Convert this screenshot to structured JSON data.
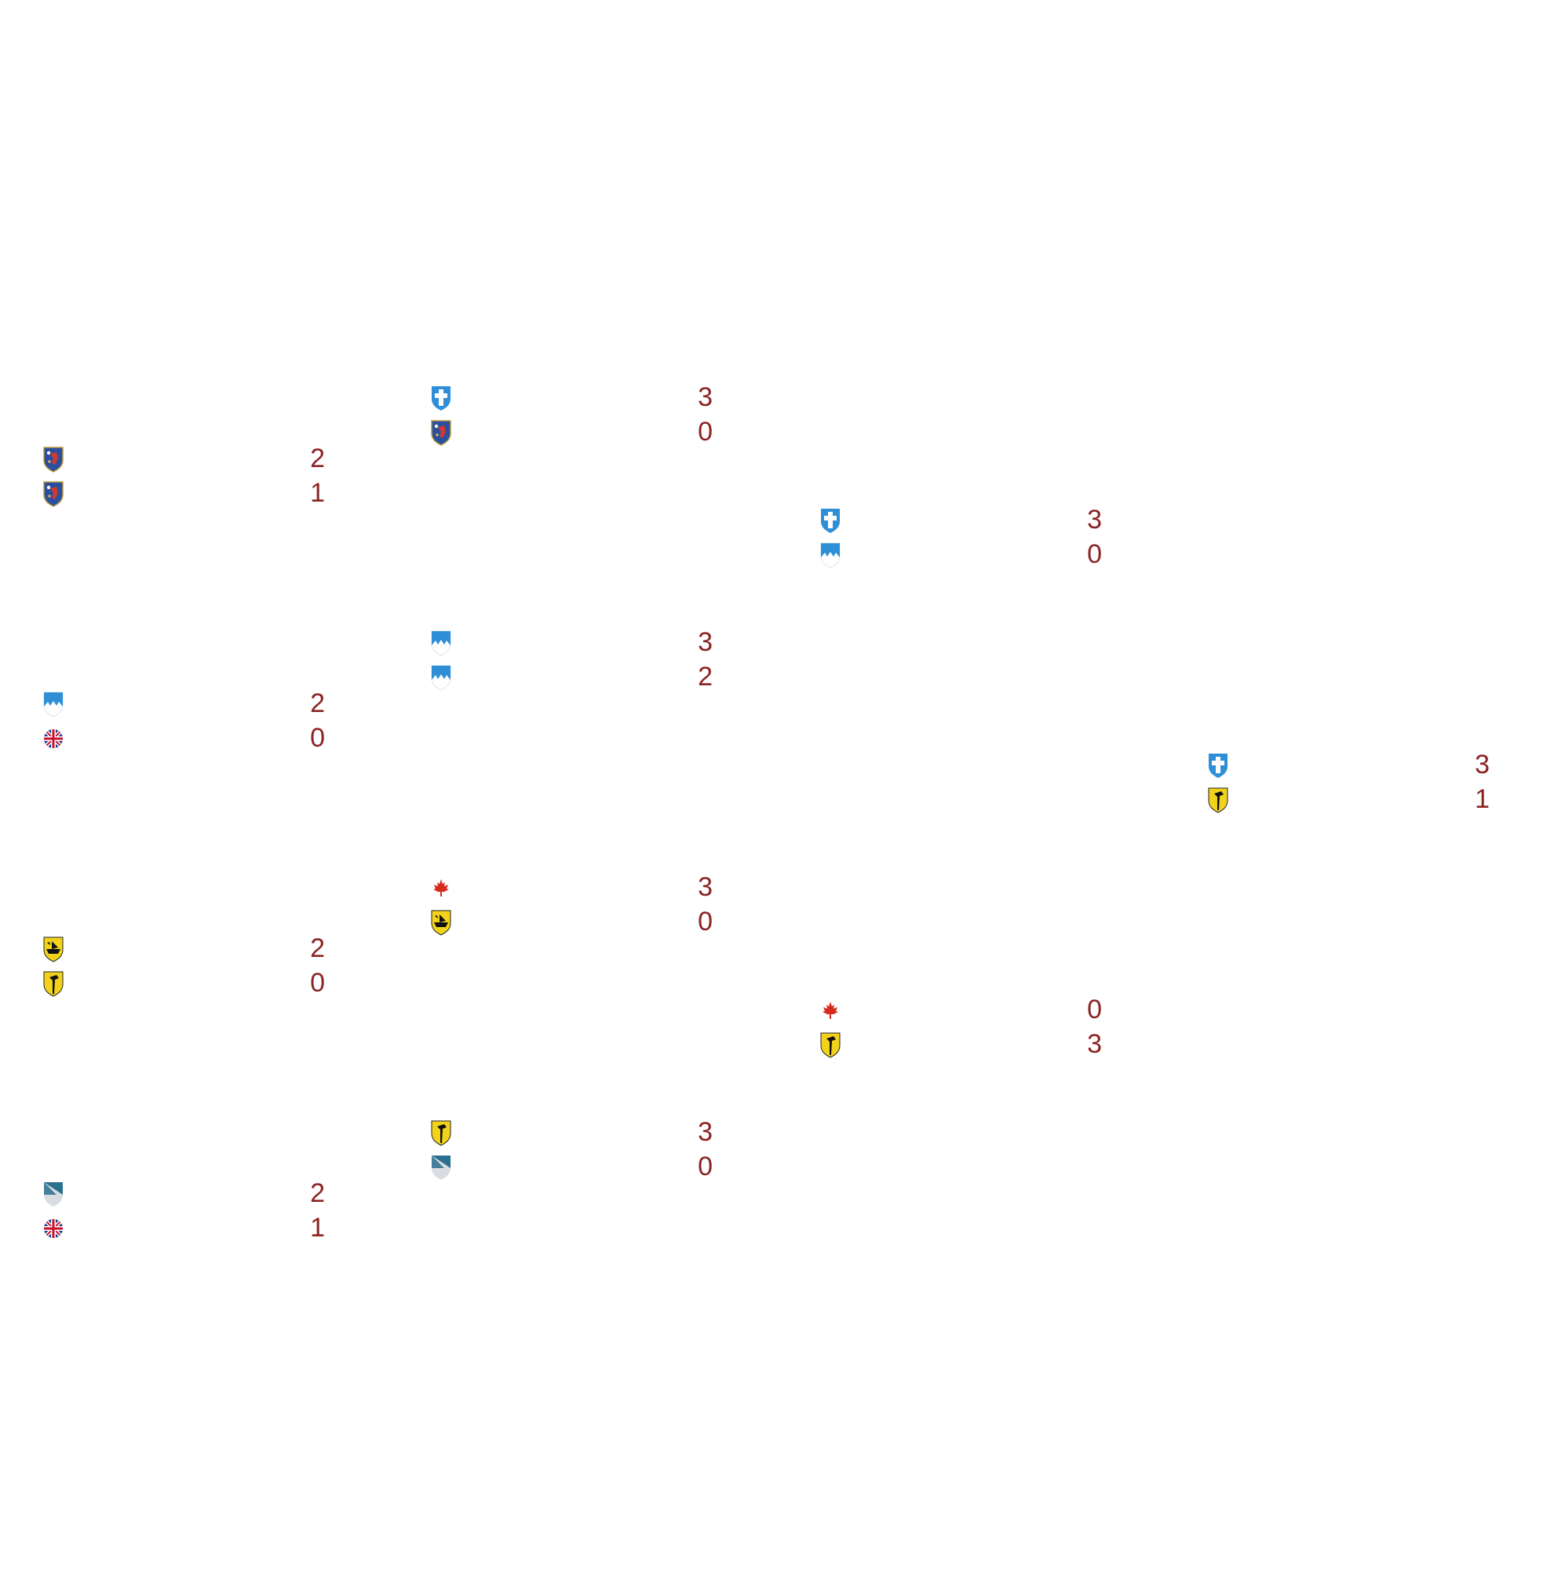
{
  "colors": {
    "score": "#8b2323"
  },
  "rounds": [
    {
      "name": "",
      "matches": [
        {
          "teams": [
            {
              "crest": "crest-red-figure-icon",
              "score": "2"
            },
            {
              "crest": "crest-red-figure-icon",
              "score": "1"
            }
          ]
        },
        {
          "teams": [
            {
              "crest": "crest-blue-mountain-icon",
              "score": "2"
            },
            {
              "crest": "union-jack-flag-icon",
              "score": "0"
            }
          ]
        },
        {
          "teams": [
            {
              "crest": "crest-yellow-ship-icon",
              "score": "2"
            },
            {
              "crest": "crest-yellow-hammer-icon",
              "score": "0"
            }
          ]
        },
        {
          "teams": [
            {
              "crest": "crest-teal-diagonal-icon",
              "score": "2"
            },
            {
              "crest": "union-jack-flag-icon",
              "score": "1"
            }
          ]
        }
      ]
    },
    {
      "name": "",
      "matches": [
        {
          "teams": [
            {
              "crest": "crest-blue-cross-icon",
              "score": "3"
            },
            {
              "crest": "crest-red-figure-icon",
              "score": "0"
            }
          ]
        },
        {
          "teams": [
            {
              "crest": "crest-blue-mountain-icon",
              "score": "3"
            },
            {
              "crest": "crest-blue-mountain-icon",
              "score": "2"
            }
          ]
        },
        {
          "teams": [
            {
              "crest": "maple-leaf-icon",
              "score": "3"
            },
            {
              "crest": "crest-yellow-ship-icon",
              "score": "0"
            }
          ]
        },
        {
          "teams": [
            {
              "crest": "crest-yellow-hammer-icon",
              "score": "3"
            },
            {
              "crest": "crest-teal-diagonal-icon",
              "score": "0"
            }
          ]
        }
      ]
    },
    {
      "name": "",
      "matches": [
        {
          "teams": [
            {
              "crest": "crest-blue-cross-icon",
              "score": "3"
            },
            {
              "crest": "crest-blue-mountain-icon",
              "score": "0"
            }
          ]
        },
        {
          "teams": [
            {
              "crest": "maple-leaf-icon",
              "score": "0"
            },
            {
              "crest": "crest-yellow-hammer-icon",
              "score": "3"
            }
          ]
        }
      ]
    },
    {
      "name": "",
      "matches": [
        {
          "teams": [
            {
              "crest": "crest-blue-cross-icon",
              "score": "3"
            },
            {
              "crest": "crest-yellow-hammer-icon",
              "score": "1"
            }
          ]
        }
      ]
    }
  ]
}
